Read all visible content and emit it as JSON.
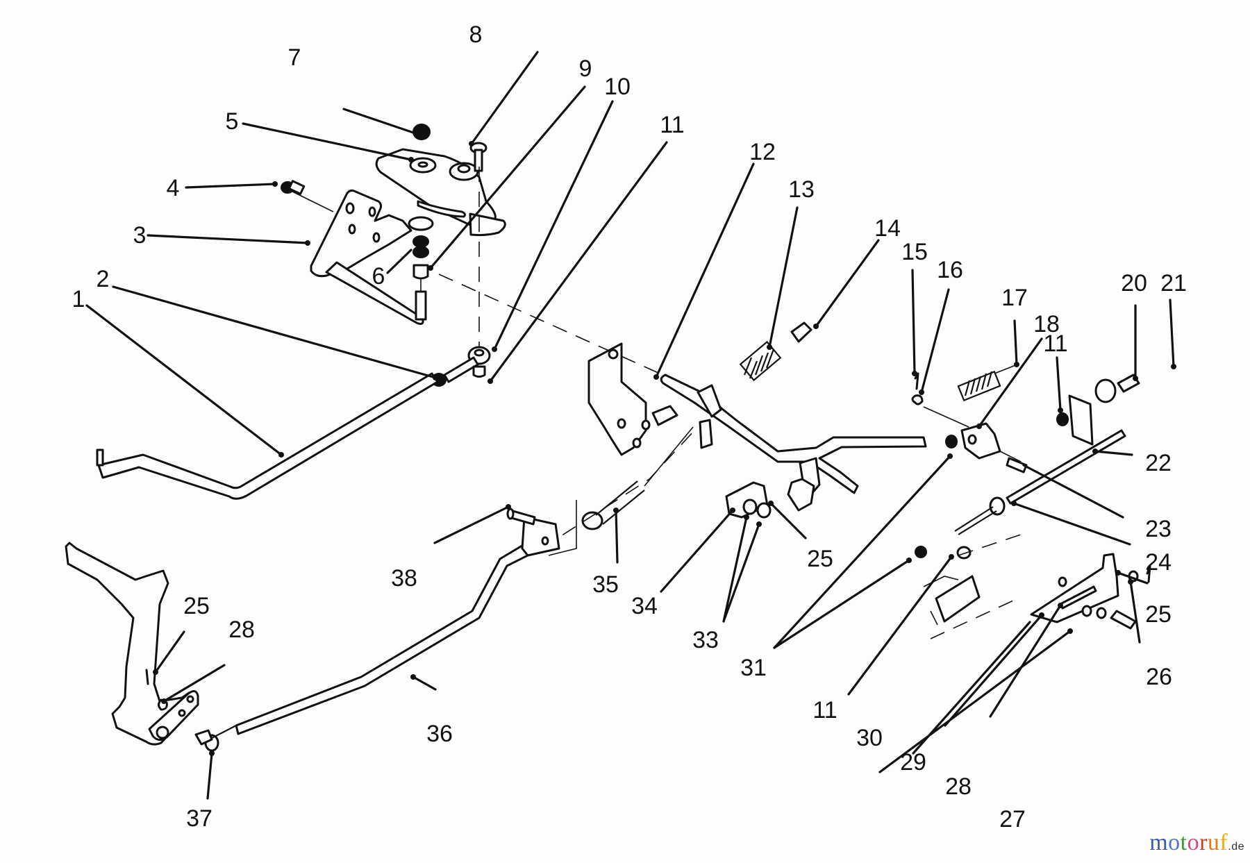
{
  "diagram": {
    "type": "exploded-parts-diagram",
    "subject": "linkage assembly (pedal, rods, brackets, springs, fasteners)",
    "callouts": [
      {
        "id": "c1",
        "label": "1",
        "part": "rod (bent)"
      },
      {
        "id": "c2",
        "label": "2",
        "part": "nut"
      },
      {
        "id": "c3",
        "label": "3",
        "part": "bracket"
      },
      {
        "id": "c4",
        "label": "4",
        "part": "bolt"
      },
      {
        "id": "c5",
        "label": "5",
        "part": "washer"
      },
      {
        "id": "c6",
        "label": "6",
        "part": "washers"
      },
      {
        "id": "c7",
        "label": "7",
        "part": "nut"
      },
      {
        "id": "c8",
        "label": "8",
        "part": "screw"
      },
      {
        "id": "c9",
        "label": "9",
        "part": "spacer"
      },
      {
        "id": "c10",
        "label": "10",
        "part": "rod end"
      },
      {
        "id": "c11a",
        "label": "11",
        "part": "nut"
      },
      {
        "id": "c12",
        "label": "12",
        "part": "shaft / cross rod"
      },
      {
        "id": "c13",
        "label": "13",
        "part": "spring"
      },
      {
        "id": "c14",
        "label": "14",
        "part": "bolt"
      },
      {
        "id": "c15",
        "label": "15",
        "part": "cotter pin"
      },
      {
        "id": "c16",
        "label": "16",
        "part": "washer"
      },
      {
        "id": "c17",
        "label": "17",
        "part": "spring"
      },
      {
        "id": "c18",
        "label": "18",
        "part": "clevis"
      },
      {
        "id": "c11b",
        "label": "11",
        "part": "nut"
      },
      {
        "id": "c20",
        "label": "20",
        "part": "washer"
      },
      {
        "id": "c21",
        "label": "21",
        "part": "screw"
      },
      {
        "id": "c22",
        "label": "22",
        "part": "plate"
      },
      {
        "id": "c23",
        "label": "23",
        "part": "pin"
      },
      {
        "id": "c24",
        "label": "24",
        "part": "ferrule"
      },
      {
        "id": "c25a",
        "label": "25",
        "part": "cotter pin"
      },
      {
        "id": "c25b",
        "label": "25",
        "part": "cotter pin"
      },
      {
        "id": "c26",
        "label": "26",
        "part": "washer"
      },
      {
        "id": "c27",
        "label": "27",
        "part": "bolt"
      },
      {
        "id": "c28a",
        "label": "28",
        "part": "washer"
      },
      {
        "id": "c29",
        "label": "29",
        "part": "spacer"
      },
      {
        "id": "c30",
        "label": "30",
        "part": "lever bracket"
      },
      {
        "id": "c11c",
        "label": "11",
        "part": "nut"
      },
      {
        "id": "c31",
        "label": "31",
        "part": "nuts"
      },
      {
        "id": "c33",
        "label": "33",
        "part": "washers"
      },
      {
        "id": "c34",
        "label": "34",
        "part": "link"
      },
      {
        "id": "c35",
        "label": "35",
        "part": "rod end"
      },
      {
        "id": "c36",
        "label": "36",
        "part": "rod"
      },
      {
        "id": "c37",
        "label": "37",
        "part": "ferrule"
      },
      {
        "id": "c38",
        "label": "38",
        "part": "pin"
      },
      {
        "id": "c25c",
        "label": "25",
        "part": "cotter pin"
      },
      {
        "id": "c28b",
        "label": "28",
        "part": "washer"
      }
    ]
  },
  "watermark": {
    "letters": [
      {
        "ch": "m",
        "color": "#3b5aa8"
      },
      {
        "ch": "o",
        "color": "#4a78c8"
      },
      {
        "ch": "t",
        "color": "#3c9a3c"
      },
      {
        "ch": "o",
        "color": "#d44a8c"
      },
      {
        "ch": "r",
        "color": "#c83a2a"
      },
      {
        "ch": "u",
        "color": "#e27a1a"
      },
      {
        "ch": "f",
        "color": "#e8b010"
      }
    ],
    "tld": ".de"
  }
}
